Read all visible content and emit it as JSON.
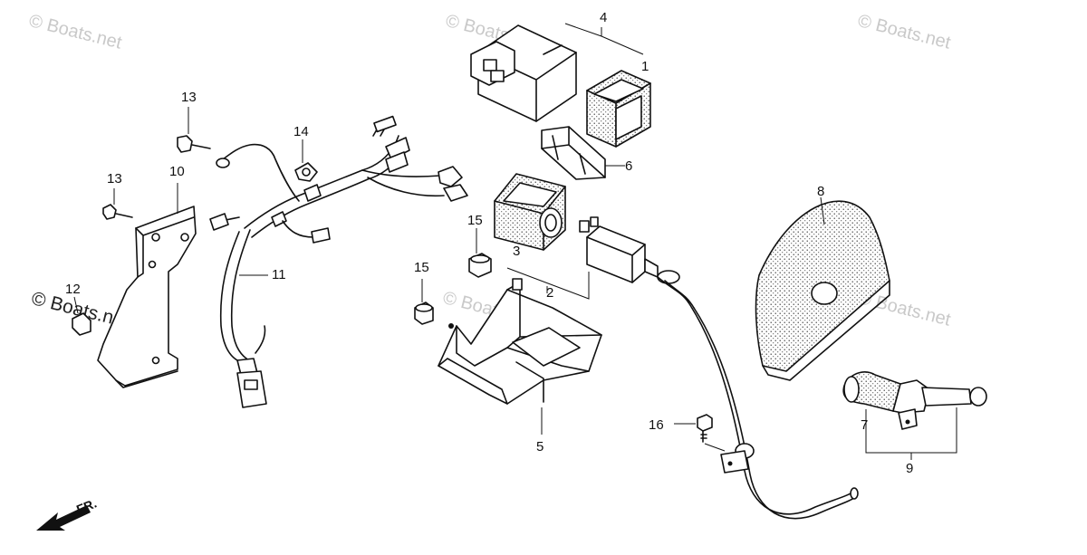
{
  "diagram": {
    "watermark_text": "© Boats.net",
    "front_indicator": "FR.",
    "callouts": [
      "1",
      "2",
      "3",
      "4",
      "5",
      "6",
      "7",
      "8",
      "9",
      "10",
      "11",
      "12",
      "13",
      "13",
      "14",
      "15",
      "15",
      "16"
    ]
  },
  "icons": {
    "front_arrow": "arrow-left-down-icon"
  }
}
